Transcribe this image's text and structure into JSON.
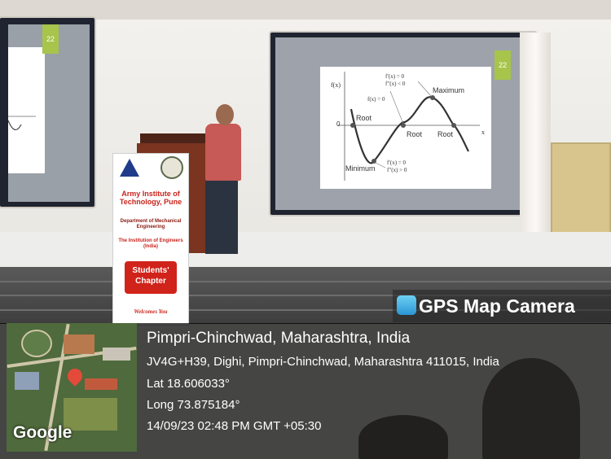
{
  "slide": {
    "number": "22",
    "labels": {
      "fx": "f(x)",
      "zero": "0",
      "x": "x",
      "maximum": "Maximum",
      "minimum": "Minimum",
      "root_left": "Root",
      "root_mid": "Root",
      "root_right": "Root",
      "fprime_max": "f′(x) = 0",
      "fdouble_max": "f″(x) < 0",
      "f_root": "f(x) = 0",
      "fprime_min": "f′(x) = 0",
      "fdouble_min": "f″(x) > 0"
    }
  },
  "banner": {
    "institute": "Army Institute of Technology, Pune",
    "department": "Department of Mechanical Engineering",
    "society": "The Institution of Engineers (India)",
    "badge": "Students' Chapter",
    "welcome": "Welcomes You"
  },
  "gps": {
    "app_title": "GPS Map Camera",
    "place": "Pimpri-Chinchwad, Maharashtra, India",
    "address": "JV4G+H39, Dighi, Pimpri-Chinchwad, Maharashtra 411015, India",
    "lat": "Lat 18.606033°",
    "long": "Long 73.875184°",
    "datetime": "14/09/23 02:48 PM GMT +05:30",
    "map_brand": "Google"
  },
  "colors": {
    "banner_red": "#c8241c",
    "slide_badge": "#a7c44b",
    "overlay": "#000000"
  }
}
